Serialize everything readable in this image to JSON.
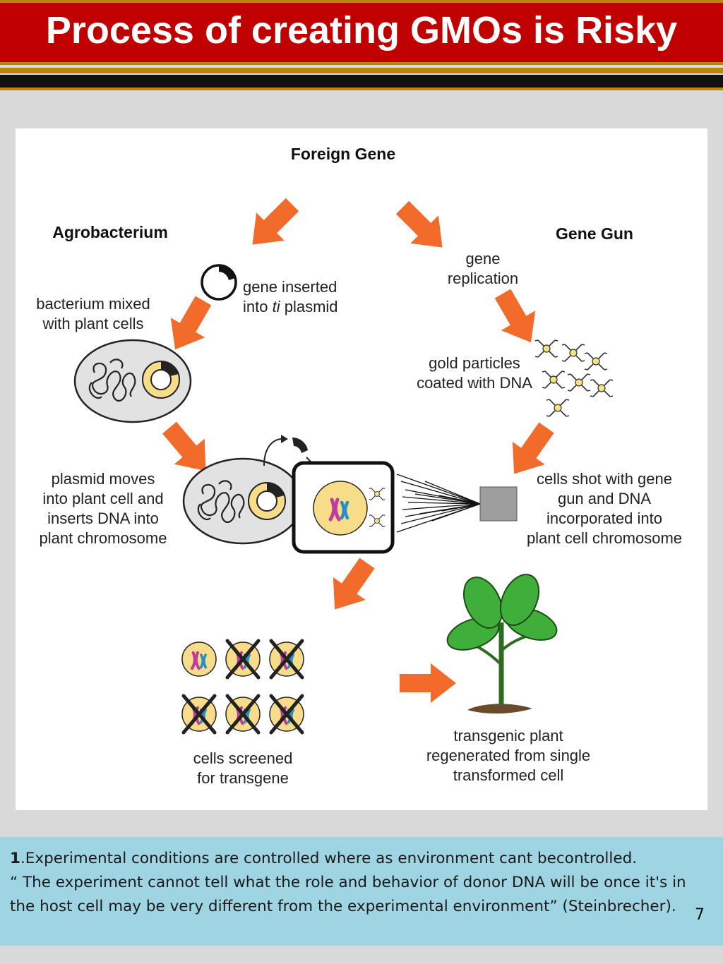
{
  "slide": {
    "title": "Process of creating GMOs is Risky",
    "page_number": "7"
  },
  "diagram": {
    "foreign_gene": "Foreign Gene",
    "agrobacterium": "Agrobacterium",
    "gene_gun": "Gene Gun",
    "gene_inserted": [
      "gene inserted",
      "into ",
      "ti",
      " plasmid"
    ],
    "bacterium_mixed": [
      "bacterium mixed",
      "with plant cells"
    ],
    "gene_replication": [
      "gene",
      "replication"
    ],
    "gold_particles": [
      "gold particles",
      "coated with DNA"
    ],
    "plasmid_moves": [
      "plasmid moves",
      "into plant cell and",
      "inserts DNA into",
      "plant chromosome"
    ],
    "cells_shot": [
      "cells shot with gene",
      "gun and DNA",
      "incorporated into",
      "plant cell chromosome"
    ],
    "cells_screened": [
      "cells screened",
      "for transgene"
    ],
    "transgenic_plant": [
      "transgenic plant",
      "regenerated from single",
      "transformed cell"
    ]
  },
  "notes": {
    "number": "1",
    "line1": ".Experimental conditions are controlled where as environment cant becontrolled.",
    "line2": "“ The experiment cannot tell what the role and behavior of donor DNA will be once it's in the host cell may be very different from the experimental environment” (Steinbrecher)."
  },
  "colors": {
    "title_bg": "#c00000",
    "gold": "#b8860b",
    "arrow": "#f26b2a",
    "note_bg": "#9fd4e3"
  }
}
